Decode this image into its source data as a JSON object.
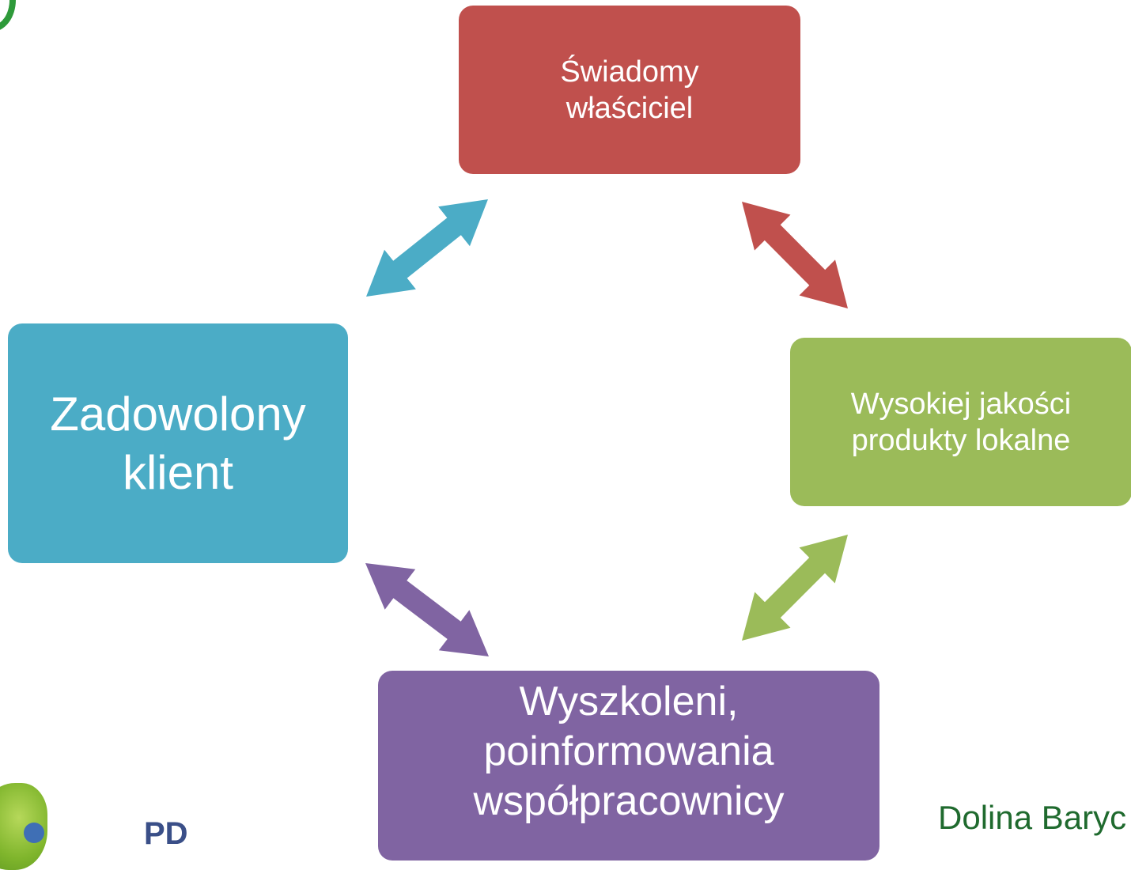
{
  "diagram": {
    "nodes": [
      {
        "id": "top",
        "lines": [
          "Świadomy",
          "właściciel"
        ],
        "color": "#c0504d"
      },
      {
        "id": "right",
        "lines": [
          "Wysokiej jakości",
          "produkty lokalne"
        ],
        "color": "#9bbb59"
      },
      {
        "id": "left",
        "lines": [
          "Zadowolony",
          "klient"
        ],
        "color": "#4bacc6"
      },
      {
        "id": "bottom",
        "lines": [
          "Wyszkoleni,",
          "poinformowania",
          "współpracownicy"
        ],
        "color": "#8064a2"
      }
    ],
    "connectors": [
      {
        "from": "left",
        "to": "top",
        "color": "#4bacc6",
        "bidirectional": true
      },
      {
        "from": "top",
        "to": "right",
        "color": "#c0504d",
        "bidirectional": true
      },
      {
        "from": "right",
        "to": "bottom",
        "color": "#9bbb59",
        "bidirectional": true
      },
      {
        "from": "bottom",
        "to": "left",
        "color": "#8064a2",
        "bidirectional": true
      }
    ]
  },
  "footer": {
    "left_logo_text": "PD",
    "right_logo_text": "Dolina Baryc"
  },
  "colors": {
    "logo_green": "#1f6a2e",
    "logo_blue": "#3a4f88"
  }
}
